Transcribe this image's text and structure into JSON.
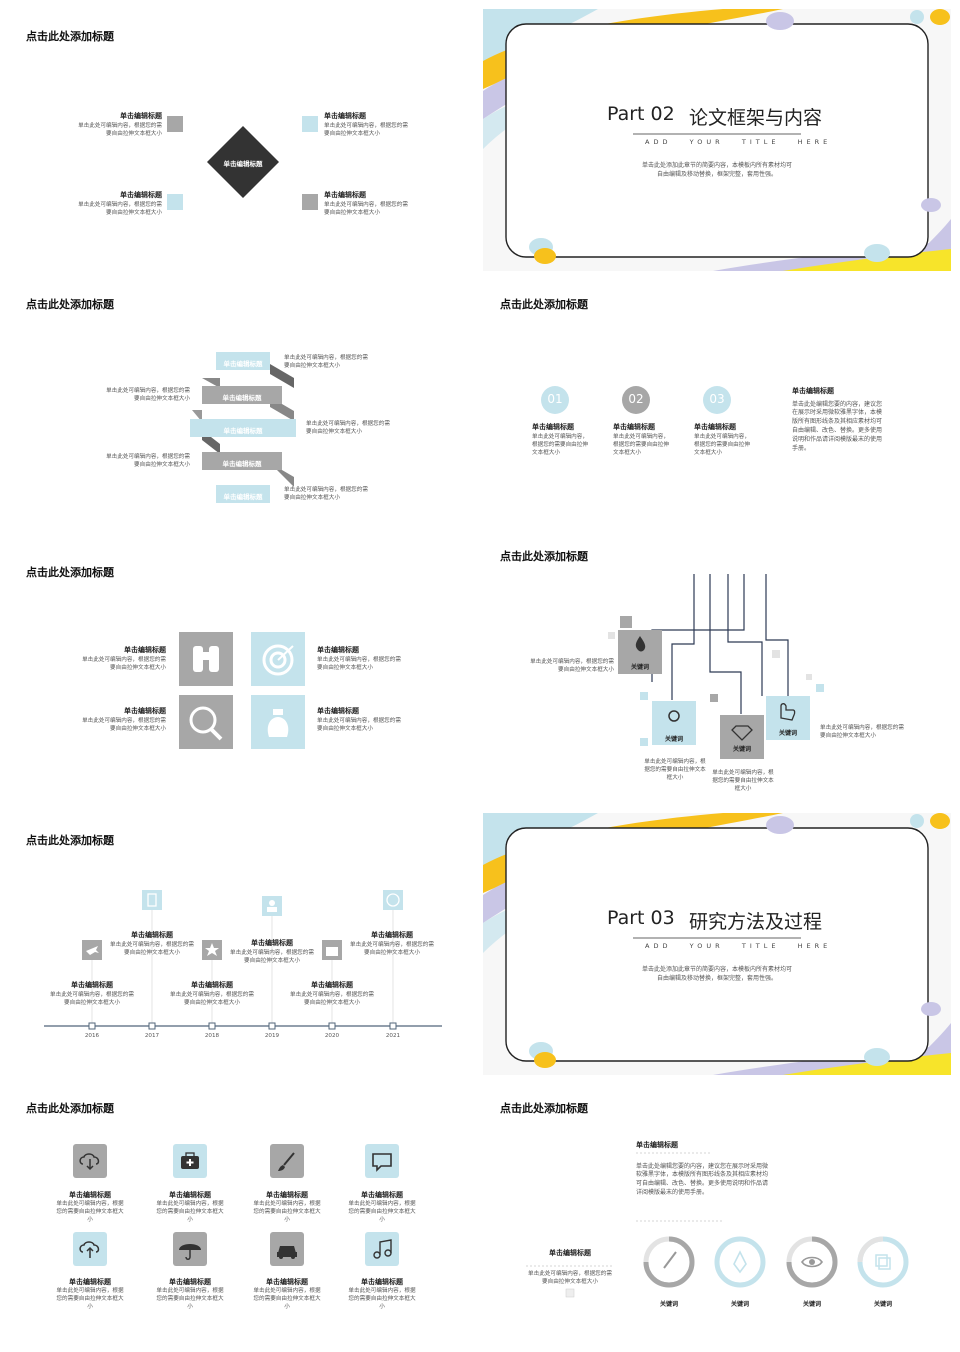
{
  "slide_title": "点击此处添加标题",
  "common": {
    "heading": "单击编辑标题",
    "body_short": "单击此处可编辑内容，根据您的需要自由拉伸文本框大小",
    "keyword": "关键词"
  },
  "s1": {
    "center_label": "单击编辑标题",
    "items": [
      {
        "title": "单击编辑标题",
        "line1": "单击此处可编辑内容，根据您的需",
        "line2": "要自由拉伸文本框大小"
      },
      {
        "title": "单击编辑标题",
        "line1": "单击此处可编辑内容，根据您的需",
        "line2": "要自由拉伸文本框大小"
      },
      {
        "title": "单击编辑标题",
        "line1": "单击此处可编辑内容，根据您的需",
        "line2": "要自由拉伸文本框大小"
      },
      {
        "title": "单击编辑标题",
        "line1": "单击此处可编辑内容，根据您的需",
        "line2": "要自由拉伸文本框大小"
      }
    ]
  },
  "cover2": {
    "part": "Part 02",
    "title": "论文框架与内容",
    "sub": "ADD   YOUR   TITLE   HERE",
    "desc1": "单击此处添加此章节的简要内容，本模板内所有素材均可",
    "desc2": "自由编辑及移动替换，框架完整，套用性强。"
  },
  "s3": {
    "steps": [
      "单击编辑标题",
      "单击编辑标题",
      "单击编辑标题",
      "单击编辑标题",
      "单击编辑标题"
    ],
    "notes": [
      {
        "line1": "单击此处可编辑内容，根据您的需",
        "line2": "要自由拉伸文本框大小"
      },
      {
        "line1": "单击此处可编辑内容，根据您的需",
        "line2": "要自由拉伸文本框大小"
      },
      {
        "line1": "单击此处可编辑内容，根据您的需",
        "line2": "要自由拉伸文本框大小"
      },
      {
        "line1": "单击此处可编辑内容，根据您的需",
        "line2": "要自由拉伸文本框大小"
      },
      {
        "line1": "单击此处可编辑内容，根据您的需",
        "line2": "要自由拉伸文本框大小"
      }
    ]
  },
  "s4": {
    "numbers": [
      "01",
      "02",
      "03"
    ],
    "items": [
      {
        "title": "单击编辑标题",
        "l1": "单击此处可编辑内容，",
        "l2": "根据您的需要自由拉伸",
        "l3": "文本框大小"
      },
      {
        "title": "单击编辑标题",
        "l1": "单击此处可编辑内容，",
        "l2": "根据您的需要自由拉伸",
        "l3": "文本框大小"
      },
      {
        "title": "单击编辑标题",
        "l1": "单击此处可编辑内容，",
        "l2": "根据您的需要自由拉伸",
        "l3": "文本框大小"
      }
    ],
    "side_title": "单击编辑标题",
    "side_lines": [
      "单击此处编辑您要的内容，建议您",
      "在展示时采用微软雅黑字体，本模",
      "版所有图形线条及其相应素材均可",
      "自由编辑、改色、替换。更多使用",
      "说明和作品请详阅模版最末的使用",
      "手册。"
    ]
  },
  "s5": {
    "items": [
      {
        "title": "单击编辑标题",
        "line1": "单击此处可编辑内容，根据您的需",
        "line2": "要自由拉伸文本框大小"
      },
      {
        "title": "单击编辑标题",
        "line1": "单击此处可编辑内容，根据您的需",
        "line2": "要自由拉伸文本框大小"
      },
      {
        "title": "单击编辑标题",
        "line1": "单击此处可编辑内容，根据您的需",
        "line2": "要自由拉伸文本框大小"
      },
      {
        "title": "单击编辑标题",
        "line1": "单击此处可编辑内容，根据您的需",
        "line2": "要自由拉伸文本框大小"
      }
    ]
  },
  "s6": {
    "keywords": [
      "关键词",
      "关键词",
      "关键词",
      "关键词"
    ],
    "left_note": {
      "line1": "单击此处可编辑内容，根据您的需",
      "line2": "要自由拉伸文本框大小"
    },
    "note_a": {
      "line1": "单击此处可编辑内容，根",
      "line2": "据您的需要自由拉伸文本",
      "line3": "框大小"
    },
    "note_b": {
      "line1": "单击此处可编辑内容，根",
      "line2": "据您的需要自由拉伸文本",
      "line3": "框大小"
    },
    "right_note": {
      "line1": "单击此处可编辑内容，根据您的需",
      "line2": "要自由拉伸文本框大小"
    }
  },
  "s7": {
    "years": [
      "2016",
      "2017",
      "2018",
      "2019",
      "2020",
      "2021"
    ],
    "items": [
      {
        "title": "单击编辑标题",
        "line1": "单击此处可编辑内容，根据您的需",
        "line2": "要自由拉伸文本框大小"
      },
      {
        "title": "单击编辑标题",
        "line1": "单击此处可编辑内容，根据您的需",
        "line2": "要自由拉伸文本框大小"
      },
      {
        "title": "单击编辑标题",
        "line1": "单击此处可编辑内容，根据您的需",
        "line2": "要自由拉伸文本框大小"
      },
      {
        "title": "单击编辑标题",
        "line1": "单击此处可编辑内容，根据您的需",
        "line2": "要自由拉伸文本框大小"
      },
      {
        "title": "单击编辑标题",
        "line1": "单击此处可编辑内容，根据您的需",
        "line2": "要自由拉伸文本框大小"
      },
      {
        "title": "单击编辑标题",
        "line1": "单击此处可编辑内容，根据您的需",
        "line2": "要自由拉伸文本框大小"
      }
    ]
  },
  "cover3": {
    "part": "Part 03",
    "title": "研究方法及过程",
    "sub": "ADD   YOUR   TITLE   HERE",
    "desc1": "单击此处添加此章节的简要内容，本模板内所有素材均可",
    "desc2": "自由编辑及移动替换，框架完整，套用性强。"
  },
  "s9": {
    "icons": [
      "download-icon",
      "first-aid-kit-icon",
      "brush-icon",
      "chat-icon",
      "upload-icon",
      "umbrella-icon",
      "car-icon",
      "music-icon"
    ],
    "items": [
      {
        "title": "单击编辑标题",
        "line1": "单击此处可编辑内容，根据",
        "line2": "您的需要自由拉伸文本框大",
        "line3": "小"
      },
      {
        "title": "单击编辑标题",
        "line1": "单击此处可编辑内容，根据",
        "line2": "您的需要自由拉伸文本框大",
        "line3": "小"
      },
      {
        "title": "单击编辑标题",
        "line1": "单击此处可编辑内容，根据",
        "line2": "您的需要自由拉伸文本框大",
        "line3": "小"
      },
      {
        "title": "单击编辑标题",
        "line1": "单击此处可编辑内容，根据",
        "line2": "您的需要自由拉伸文本框大",
        "line3": "小"
      },
      {
        "title": "单击编辑标题",
        "line1": "单击此处可编辑内容，根据",
        "line2": "您的需要自由拉伸文本框大",
        "line3": "小"
      },
      {
        "title": "单击编辑标题",
        "line1": "单击此处可编辑内容，根据",
        "line2": "您的需要自由拉伸文本框大",
        "line3": "小"
      },
      {
        "title": "单击编辑标题",
        "line1": "单击此处可编辑内容，根据",
        "line2": "您的需要自由拉伸文本框大",
        "line3": "小"
      },
      {
        "title": "单击编辑标题",
        "line1": "单击此处可编辑内容，根据",
        "line2": "您的需要自由拉伸文本框大",
        "line3": "小"
      }
    ]
  },
  "s10": {
    "top_title": "单击编辑标题",
    "top_lines": [
      "单击此处编辑您要的内容，建议您在展示时采用微",
      "软雅黑字体，本模版所有图形线条及其相应素材均",
      "可自由编辑、改色、替换。更多使用说明和作品请",
      "详阅模版最末的使用手册。"
    ],
    "left_title": "单击编辑标题",
    "left_line1": "单击此处可编辑内容，根据您的需",
    "left_line2": "要自由拉伸文本框大小",
    "keywords": [
      "关键词",
      "关键词",
      "关键词",
      "关键词"
    ]
  },
  "colors": {
    "accent_blue": "#c4e3ec",
    "accent_gray": "#a7a7a7",
    "yellow": "#f7c11c",
    "lavender": "#c9c6e6",
    "dark": "#333333"
  }
}
